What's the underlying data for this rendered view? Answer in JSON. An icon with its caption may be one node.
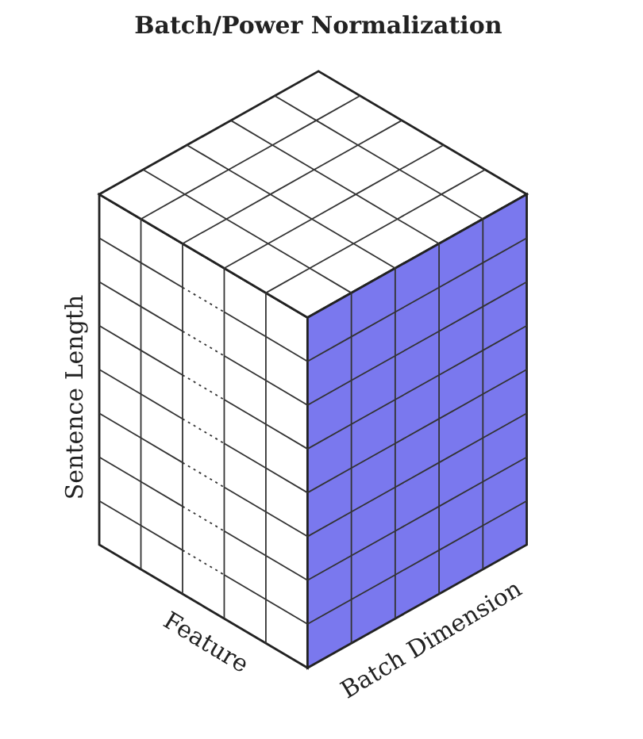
{
  "diagram": {
    "title": "Batch/Power Normalization",
    "labels": [
      "Sentence Length",
      "Feature",
      "Batch Dimension"
    ]
  }
}
